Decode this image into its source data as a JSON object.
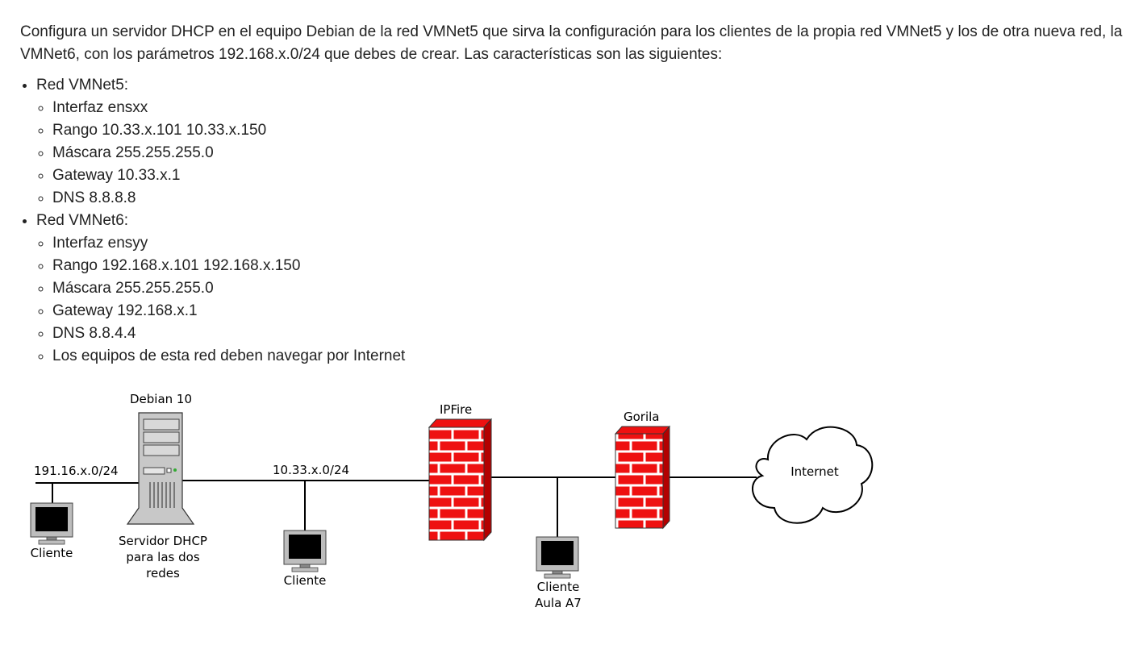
{
  "intro": "Configura un servidor DHCP en el equipo Debian de la red VMNet5 que sirva la configuración para los clientes de la propia red VMNet5 y los de otra nueva red, la VMNet6, con los parámetros 192.168.x.0/24 que debes de crear. Las características son las siguientes:",
  "networks": [
    {
      "label": "Red VMNet5:",
      "items": [
        "Interfaz ensxx",
        "Rango 10.33.x.101 10.33.x.150",
        "Máscara 255.255.255.0",
        "Gateway 10.33.x.1",
        "DNS 8.8.8.8"
      ]
    },
    {
      "label": "Red VMNet6:",
      "items": [
        "Interfaz ensyy",
        "Rango 192.168.x.101 192.168.x.150",
        "Máscara 255.255.255.0",
        "Gateway 192.168.x.1",
        "DNS 8.8.4.4",
        "Los equipos de esta red deben navegar por Internet"
      ]
    }
  ],
  "diagram": {
    "net_left": "191.16.x.0/24",
    "net_mid": "10.33.x.0/24",
    "server_name": "Debian 10",
    "server_caption": [
      "Servidor DHCP",
      "para las dos",
      "redes"
    ],
    "client_left": "Cliente",
    "client_mid": "Cliente",
    "client_right": [
      "Cliente",
      "Aula A7"
    ],
    "fw1": "IPFire",
    "fw2": "Gorila",
    "cloud": "Internet"
  },
  "colors": {
    "firewall": "#ee1111",
    "text": "#222222"
  }
}
